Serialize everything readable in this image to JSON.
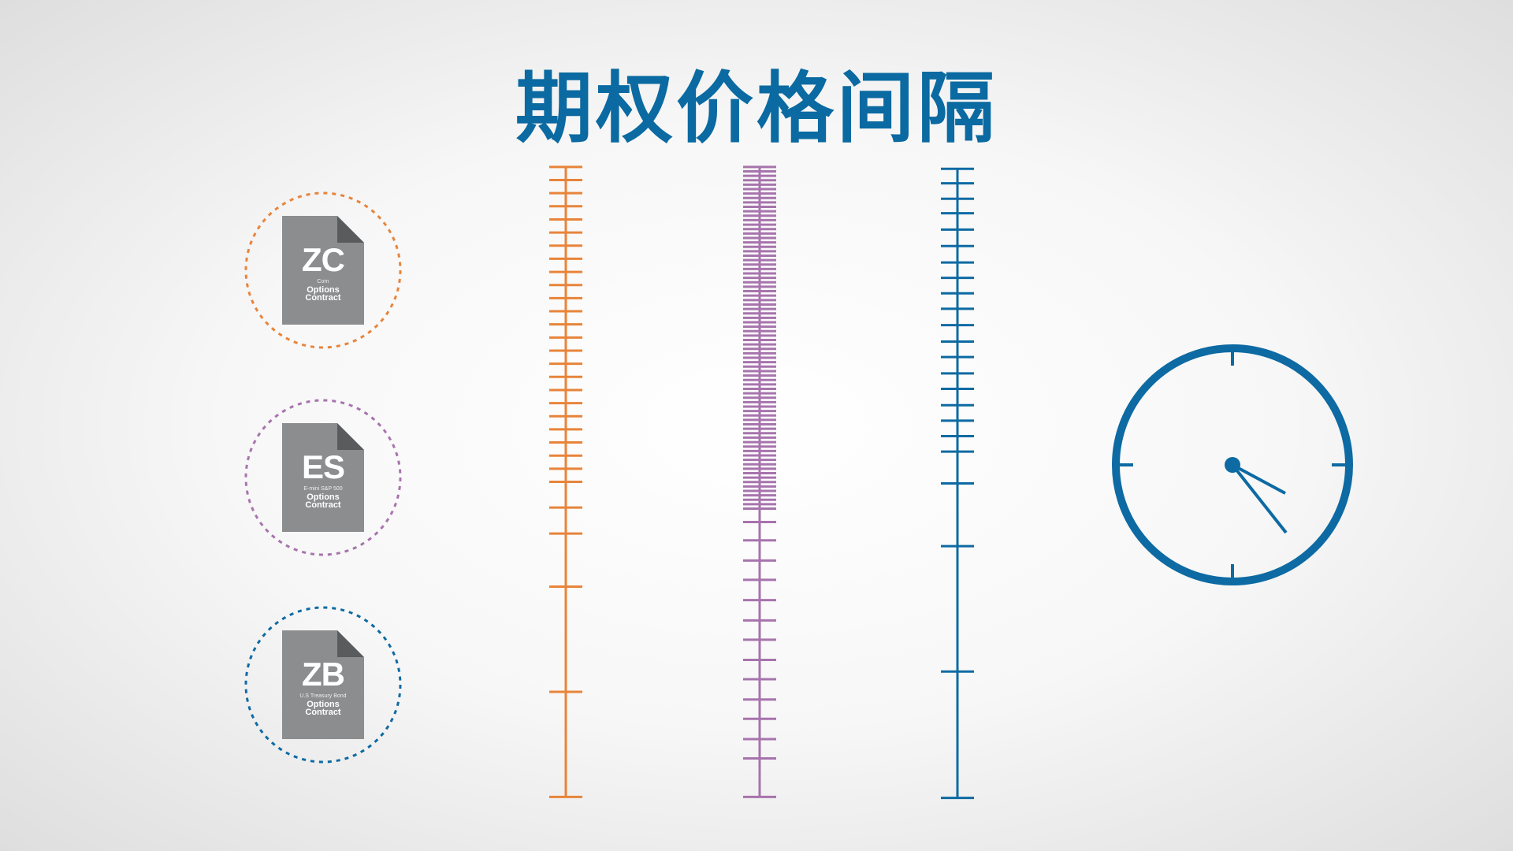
{
  "title": "期权价格间隔",
  "colors": {
    "orange": "#e8843a",
    "purple": "#a774ad",
    "blue": "#0d6aa3",
    "doc_gray": "#8c8d8f",
    "doc_fold": "#5a5b5d"
  },
  "products": [
    {
      "code": "ZC",
      "name": "Corn",
      "line1": "Options",
      "line2": "Contract",
      "color": "#e8843a"
    },
    {
      "code": "ES",
      "name": "E-mini S&P 500",
      "line1": "Options",
      "line2": "Contract",
      "color": "#a774ad"
    },
    {
      "code": "ZB",
      "name": "U.S Treasury Bond",
      "line1": "Options",
      "line2": "Contract",
      "color": "#0d6aa3"
    }
  ],
  "icons": {
    "product_icon": "document-icon",
    "time_icon": "clock-icon"
  }
}
